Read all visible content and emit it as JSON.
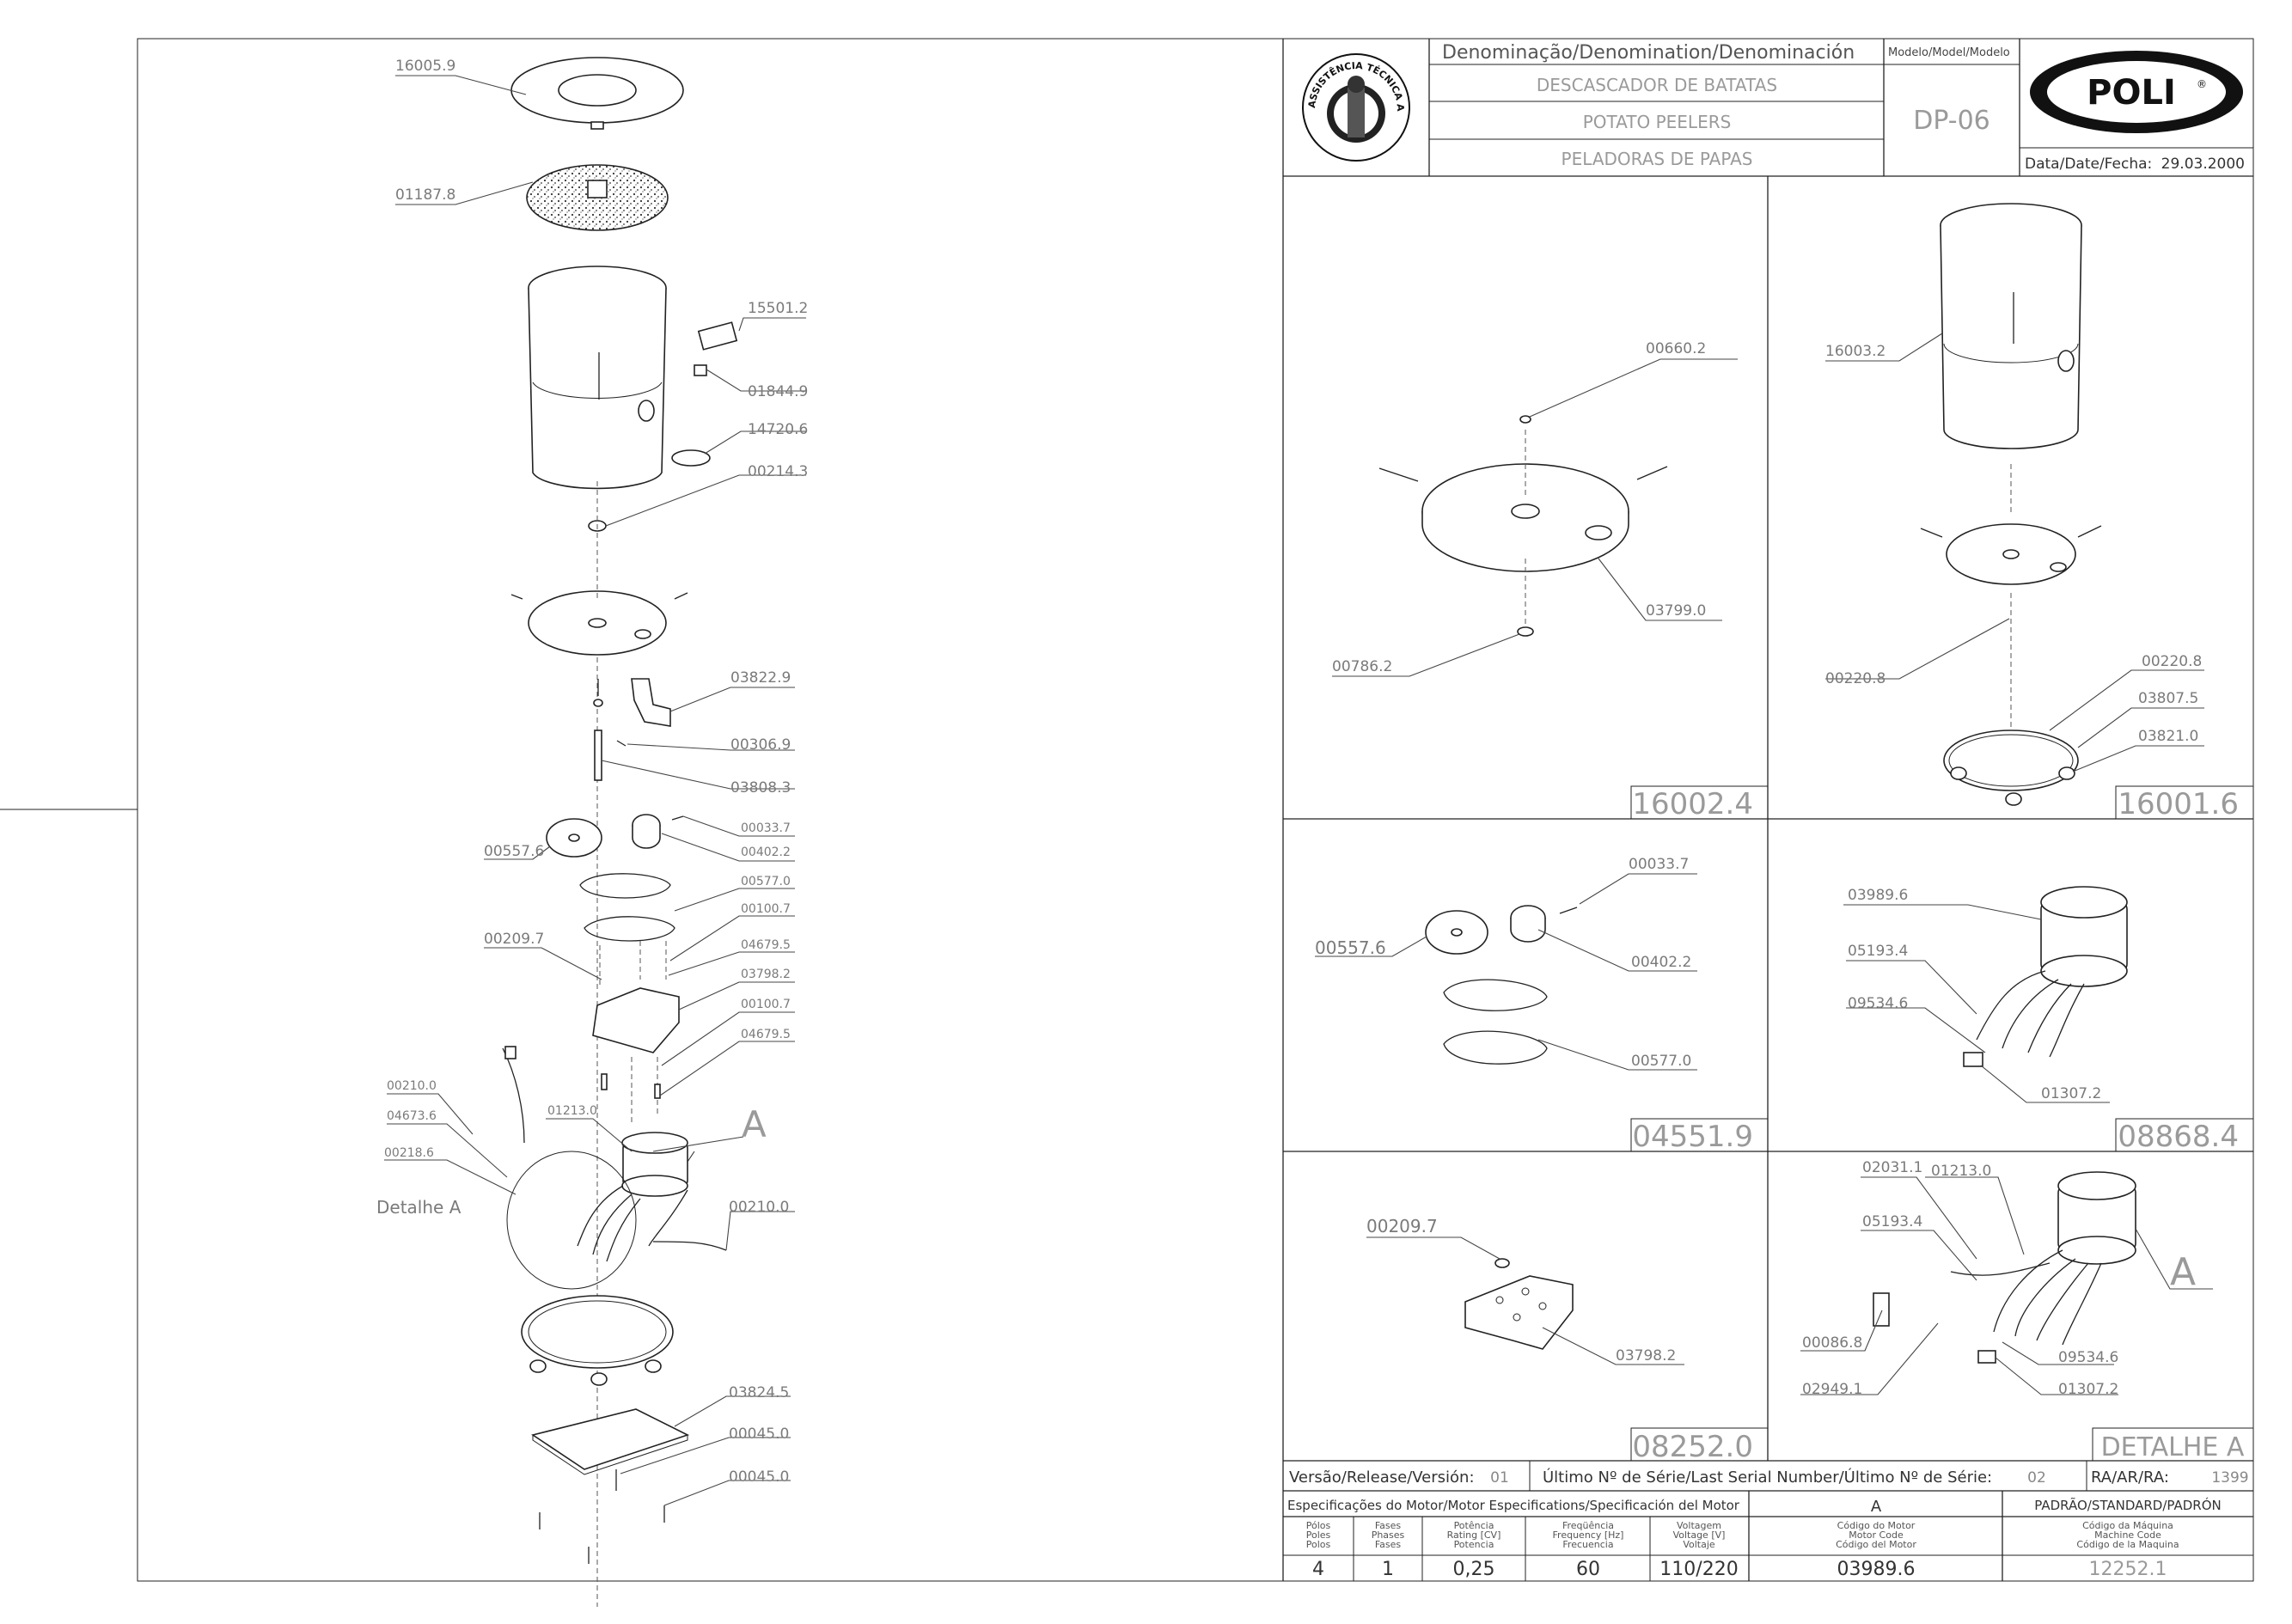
{
  "header": {
    "denomination_label": "Denominação/Denomination/Denominación",
    "model_label": "Modelo/Model/Modelo",
    "names": [
      "DESCASCADOR DE BATATAS",
      "POTATO PEELERS",
      "PELADORAS DE PAPAS"
    ],
    "model": "DP-06",
    "brand": "POLI",
    "brand_reg": "®",
    "date_label": "Data/Date/Fecha:",
    "date": "29.03.2000",
    "badge_text": "ASSISTÊNCIA TÉCNICA AUTORIZADA"
  },
  "main_labels": {
    "l1": "16005.9",
    "l2": "01187.8",
    "l3": "15501.2",
    "l4": "01844.9",
    "l5": "14720.6",
    "l6": "00214.3",
    "l7": "03822.9",
    "l8": "00306.9",
    "l9": "03808.3",
    "l10": "00033.7",
    "l11": "00557.6",
    "l12": "00402.2",
    "l13": "00577.0",
    "l14": "00100.7",
    "l15": "00209.7",
    "l16": "04679.5",
    "l17": "03798.2",
    "l18": "00100.7",
    "l19": "04679.5",
    "l20": "00210.0",
    "l21": "04673.6",
    "l22": "01213.0",
    "l23": "00218.6",
    "l24": "00210.0",
    "l25": "03824.5",
    "l26": "00045.0",
    "l27": "00045.0",
    "detail": "Detalhe A",
    "letter_a": "A"
  },
  "panels": {
    "p1": {
      "labels": [
        "00660.2",
        "03799.0",
        "00786.2"
      ],
      "code": "16002.4"
    },
    "p2": {
      "labels": [
        "16003.2",
        "00220.8",
        "00220.8",
        "03807.5",
        "03821.0"
      ],
      "code": "16001.6"
    },
    "p3": {
      "labels": [
        "00033.7",
        "00557.6",
        "00402.2",
        "00577.0"
      ],
      "code": "04551.9"
    },
    "p4": {
      "labels": [
        "03989.6",
        "05193.4",
        "09534.6",
        "01307.2"
      ],
      "code": "08868.4"
    },
    "p5": {
      "labels": [
        "00209.7",
        "03798.2"
      ],
      "code": "08252.0"
    },
    "p6": {
      "labels": [
        "02031.1",
        "01213.0",
        "05193.4",
        "00086.8",
        "09534.6",
        "02949.1",
        "01307.2"
      ],
      "letter": "A",
      "title": "DETALHE A"
    }
  },
  "footer": {
    "version_label": "Versão/Release/Versión:",
    "version": "01",
    "serial_label": "Último Nº de Série/Last Serial Number/Último Nº de Série:",
    "serial": "02",
    "ra_label": "RA/AR/RA:",
    "ra": "1399",
    "motor_spec_label": "Especificações do Motor/Motor Especifications/Specificación del Motor",
    "standard_col": "A",
    "standard_label": "PADRÃO/STANDARD/PADRÓN",
    "col_heads": [
      "Pólos\nPoles\nPolos",
      "Fases\nPhases\nFases",
      "Potência\nRating [CV]\nPotencia",
      "Freqüência\nFrequency [Hz]\nFrecuencia",
      "Voltagem\nVoltage [V]\nVoltaje",
      "Código do Motor\nMotor Code\nCódigo del Motor",
      "Código da Máquina\nMachine Code\nCódigo de la Maquina"
    ],
    "values": [
      "4",
      "1",
      "0,25",
      "60",
      "110/220",
      "03989.6",
      "12252.1"
    ]
  }
}
